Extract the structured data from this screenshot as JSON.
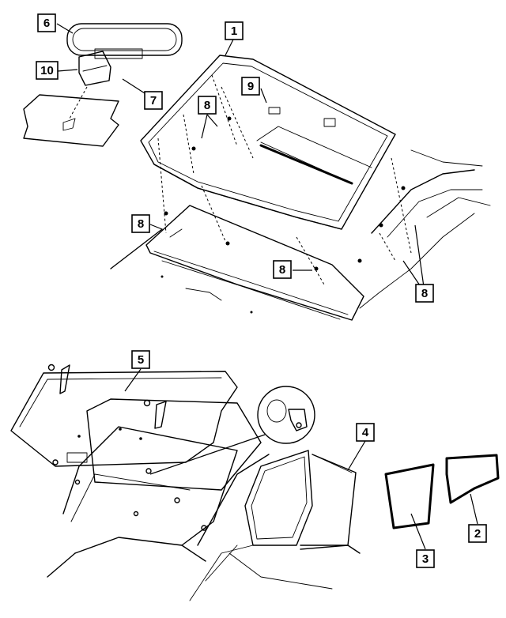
{
  "callouts": [
    {
      "id": "c1",
      "label": "1"
    },
    {
      "id": "c2",
      "label": "2"
    },
    {
      "id": "c3",
      "label": "3"
    },
    {
      "id": "c4",
      "label": "4"
    },
    {
      "id": "c5",
      "label": "5"
    },
    {
      "id": "c6",
      "label": "6"
    },
    {
      "id": "c7",
      "label": "7"
    },
    {
      "id": "c8a",
      "label": "8"
    },
    {
      "id": "c8b",
      "label": "8"
    },
    {
      "id": "c8c",
      "label": "8"
    },
    {
      "id": "c8d",
      "label": "8"
    },
    {
      "id": "c9",
      "label": "9"
    },
    {
      "id": "c10",
      "label": "10"
    }
  ]
}
